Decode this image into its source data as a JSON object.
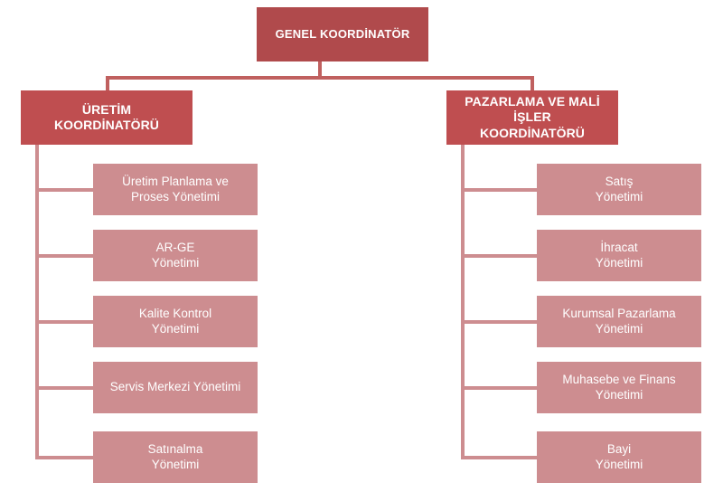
{
  "diagram": {
    "type": "organization-chart",
    "title_text": "GENEL KOORDİNATÖR",
    "language": "tr",
    "colors": {
      "root_fill": "#b04a4c",
      "level2_fill": "#bf4e50",
      "leaf_fill": "#cd8d90",
      "connector_dark": "#c0605f",
      "connector_light": "#cd8d90",
      "text": "#ffffff",
      "background": "#ffffff"
    },
    "root": {
      "label": "GENEL KOORDİNATÖR"
    },
    "branches": [
      {
        "id": "uretim",
        "label": "ÜRETİM\nKOORDİNATÖRÜ",
        "children": [
          {
            "label": "Üretim Planlama ve\nProses Yönetimi"
          },
          {
            "label": "AR-GE\nYönetimi"
          },
          {
            "label": "Kalite Kontrol\nYönetimi"
          },
          {
            "label": "Servis Merkezi Yönetimi"
          },
          {
            "label": "Satınalma\nYönetimi"
          }
        ]
      },
      {
        "id": "pazarlama",
        "label": "PAZARLAMA VE MALİ İŞLER\nKOORDİNATÖRÜ",
        "children": [
          {
            "label": "Satış\nYönetimi"
          },
          {
            "label": "İhracat\nYönetimi"
          },
          {
            "label": "Kurumsal Pazarlama\nYönetimi"
          },
          {
            "label": "Muhasebe ve Finans\nYönetimi"
          },
          {
            "label": "Bayi\nYönetimi"
          }
        ]
      }
    ]
  }
}
